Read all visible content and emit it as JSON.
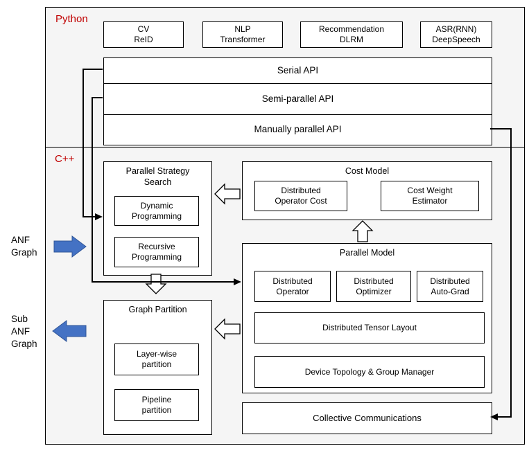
{
  "python": {
    "label": "Python",
    "apps": [
      "CV\nReID",
      "NLP\nTransformer",
      "Recommendation\nDLRM",
      "ASR(RNN)\nDeepSpeech"
    ],
    "apis": [
      "Serial API",
      "Semi-parallel API",
      "Manually parallel API"
    ]
  },
  "cpp": {
    "label": "C++",
    "pss": {
      "title": "Parallel Strategy\nSearch",
      "items": [
        "Dynamic\nProgramming",
        "Recursive\nProgramming"
      ]
    },
    "cost_model": {
      "title": "Cost Model",
      "items": [
        "Distributed\nOperator Cost",
        "Cost Weight\nEstimator"
      ]
    },
    "parallel_model": {
      "title": "Parallel Model",
      "row": [
        "Distributed\nOperator",
        "Distributed\nOptimizer",
        "Distributed\nAuto-Grad"
      ],
      "wide": [
        "Distributed Tensor Layout",
        "Device Topology & Group Manager"
      ]
    },
    "graph_partition": {
      "title": "Graph Partition",
      "items": [
        "Layer-wise\npartition",
        "Pipeline\npartition"
      ]
    },
    "collective": "Collective Communications"
  },
  "side": {
    "anf": "ANF\nGraph",
    "sub_anf": "Sub\nANF\nGraph"
  },
  "colors": {
    "section_label_red": "#c00000",
    "blue_arrow_fill": "#4472c4",
    "blue_arrow_stroke": "#2f5597",
    "box_border": "#000000"
  }
}
